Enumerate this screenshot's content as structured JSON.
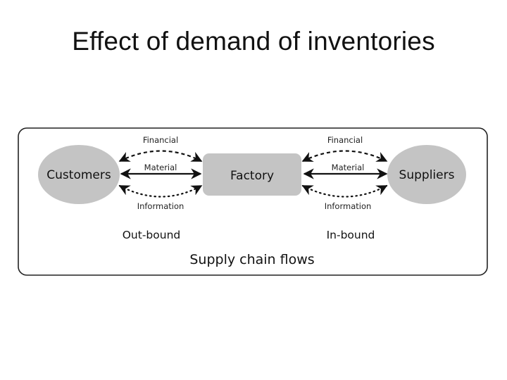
{
  "title": "Effect of demand of inventories",
  "diagram": {
    "caption": "Supply chain flows",
    "nodes": {
      "customers": "Customers",
      "factory": "Factory",
      "suppliers": "Suppliers"
    },
    "left_flows": {
      "financial": "Financial",
      "material": "Material",
      "information": "Information",
      "direction_label": "Out-bound"
    },
    "right_flows": {
      "financial": "Financial",
      "material": "Material",
      "information": "Information",
      "direction_label": "In-bound"
    },
    "colors": {
      "node_fill": "#c4c4c4",
      "border": "#222222",
      "arrow": "#111111"
    }
  }
}
